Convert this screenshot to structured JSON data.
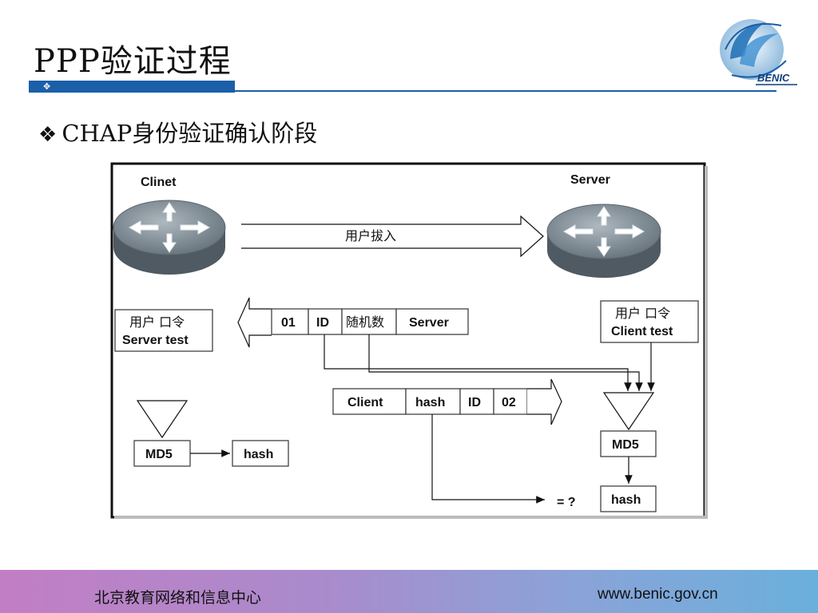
{
  "slide": {
    "title": "PPP验证过程",
    "bullet_text": "CHAP身份验证确认阶段",
    "logo_text": "BENIC"
  },
  "diagram": {
    "client_label": "Clinet",
    "server_label": "Server",
    "dialin_label": "用户拔入",
    "client_db_line1": "用户  口令",
    "client_db_line2": "Server  test",
    "server_db_line1": "用户  口令",
    "server_db_line2": "Client  test",
    "challenge_packet": [
      "01",
      "ID",
      "随机数",
      "Server"
    ],
    "response_packet": [
      "Client",
      "hash",
      "ID",
      "02"
    ],
    "client_md5": "MD5",
    "client_hash": "hash",
    "server_md5": "MD5",
    "server_hash": "hash",
    "compare_label": "= ?"
  },
  "footer": {
    "organization": "北京教育网络和信息中心",
    "website": "www.benic.gov.cn"
  },
  "colors": {
    "accent_blue": "#1a5fa8",
    "router_gray": "#6f7b84",
    "footer_start": "#c27ec4",
    "footer_end": "#6ab0dc"
  }
}
